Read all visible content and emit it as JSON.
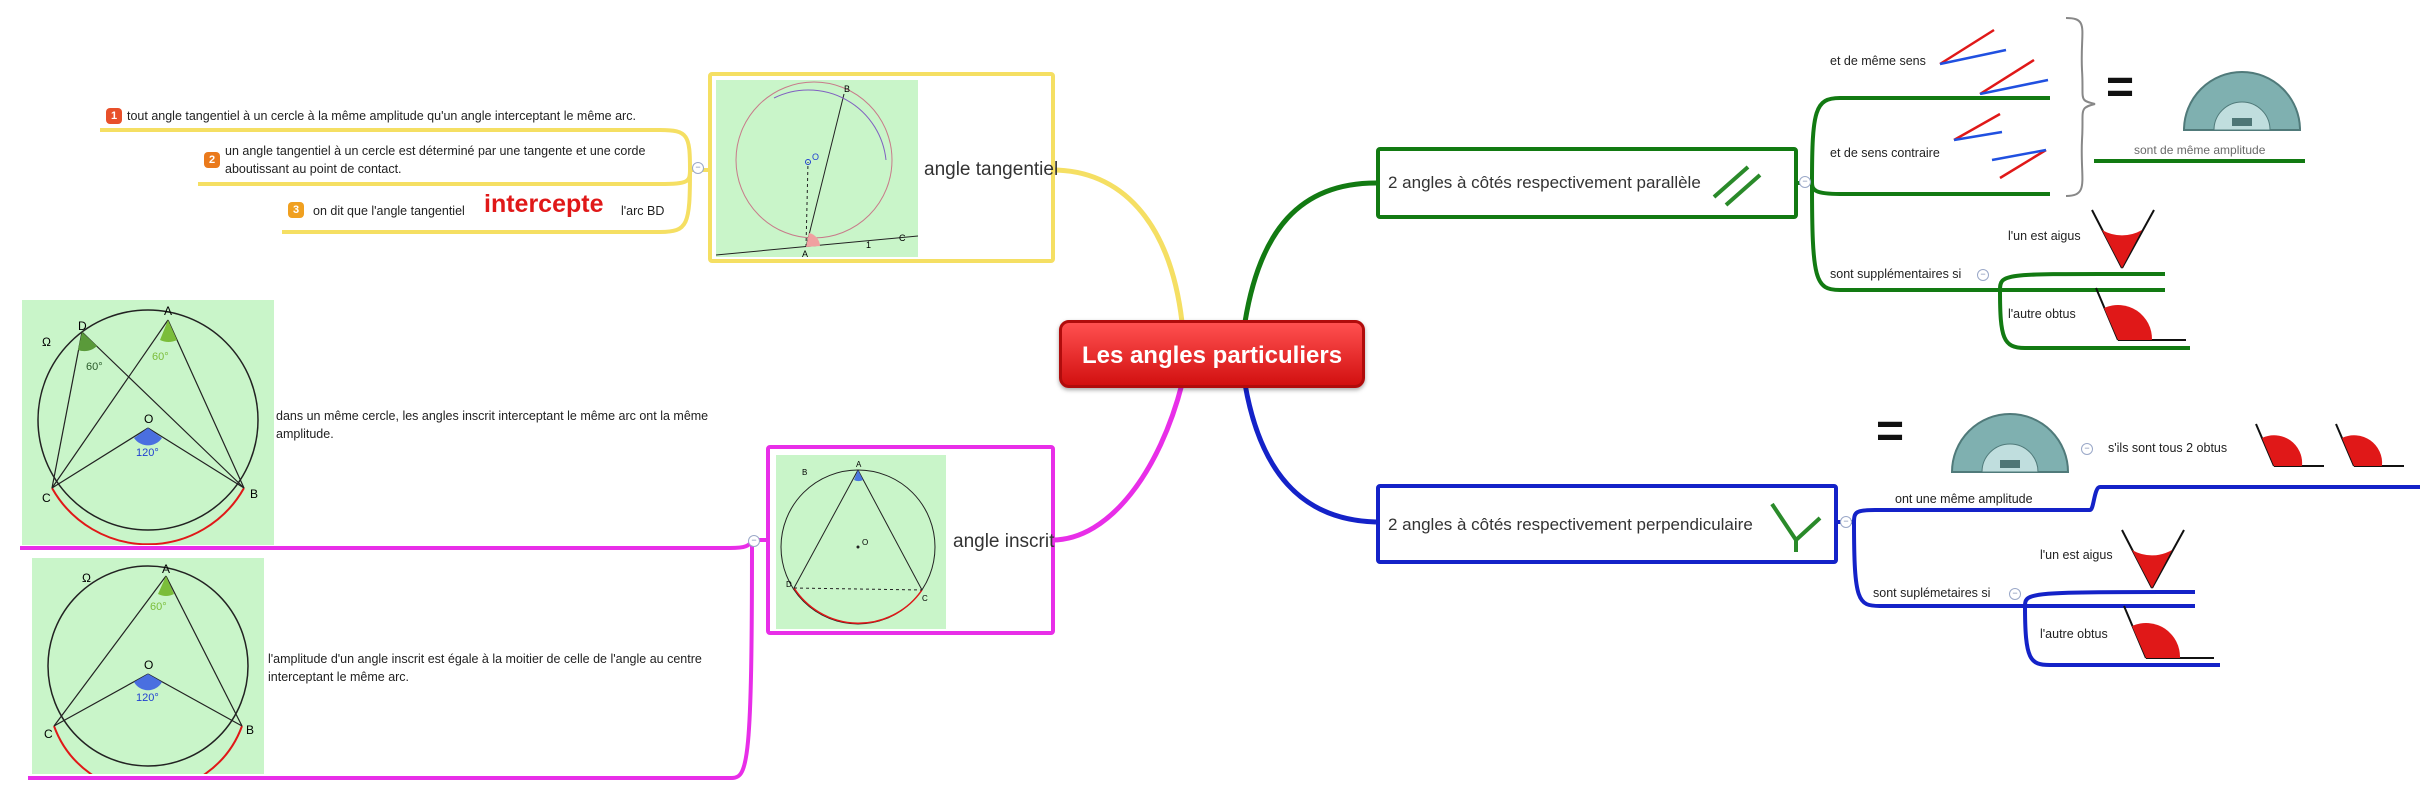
{
  "central": {
    "title": "Les angles particuliers"
  },
  "tangentiel": {
    "title": "angle tangentiel",
    "items": [
      {
        "num": "1",
        "text": "tout angle tangentiel à un cercle à la même amplitude qu'un angle interceptant le même arc."
      },
      {
        "num": "2",
        "text_line1": "un angle tangentiel à un cercle est déterminé par une tangente et une corde",
        "text_line2": "aboutissant au point de contact."
      },
      {
        "num": "3",
        "text_before": "on dit que l'angle tangentiel",
        "emphasis": "intercepte",
        "text_after": "l'arc BD"
      }
    ],
    "figure": {
      "label_a": "A",
      "label_b": "B",
      "label_c": "C",
      "label_o": "O",
      "label_1": "1"
    }
  },
  "inscrit": {
    "title": "angle inscrit",
    "figure": {
      "label_a": "A",
      "label_b": "B",
      "label_c": "C",
      "label_o": "O",
      "label_d": "D"
    },
    "fact1": {
      "line1": "dans un même cercle, les angles inscrit interceptant le même arc ont la même",
      "line2": "amplitude.",
      "figure": {
        "omega": "Ω",
        "d": "D",
        "a": "A",
        "o": "O",
        "c": "C",
        "b": "B",
        "angle_d": "60°",
        "angle_a": "60°",
        "angle_o": "120°"
      }
    },
    "fact2": {
      "line1": "l'amplitude d'un angle inscrit est égale à la moitier de celle de l'angle au centre",
      "line2": "interceptant le même arc.",
      "figure": {
        "omega": "Ω",
        "a": "A",
        "o": "O",
        "c": "C",
        "b": "B",
        "angle_a": "60°",
        "angle_o": "120°"
      }
    }
  },
  "parallele": {
    "title": "2 angles à côtés respectivement parallèle",
    "same_direction": "et de même sens",
    "opposite_direction": "et de sens contraire",
    "equal_sign": "=",
    "conclusion": "sont de même amplitude",
    "supplementary": "sont supplémentaires si",
    "acute": "l'un est aigus",
    "obtuse": "l'autre obtus"
  },
  "perpendiculaire": {
    "title": "2 angles à côtés respectivement perpendiculaire",
    "equal_sign": "=",
    "same_amplitude": "ont une même amplitude",
    "both_obtuse": "s'ils sont tous 2 obtus",
    "supplementary": "sont suplémetaires si",
    "acute": "l'un est aigus",
    "obtuse": "l'autre obtus"
  },
  "colors": {
    "yellow": "#f5df63",
    "magenta": "#e82ee8",
    "green": "#127a12",
    "blue": "#1422c8",
    "red": "#e01818",
    "badge1": "#e8502a",
    "badge2": "#ea7a1c",
    "badge3": "#f0a020"
  }
}
